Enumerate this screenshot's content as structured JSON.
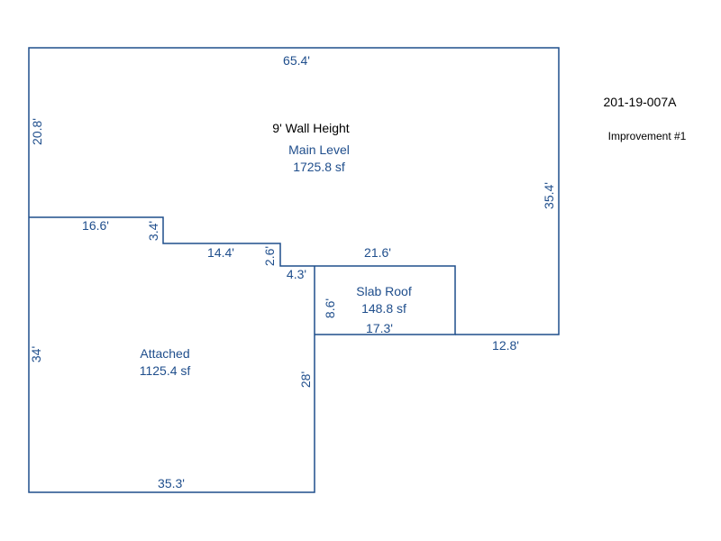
{
  "colors": {
    "line": "#1f4e8c",
    "dim_text": "#1f4e8c",
    "area_text": "#1f4e8c",
    "note_text": "#000000"
  },
  "parcel_id": "201-19-007A",
  "improvement": "Improvement #1",
  "wall_height": "9' Wall Height",
  "areas": {
    "main": {
      "name": "Main Level",
      "size": "1725.8 sf"
    },
    "attached": {
      "name": "Attached",
      "size": "1125.4 sf"
    },
    "slab": {
      "name": "Slab Roof",
      "size": "148.8 sf"
    }
  },
  "dimensions": {
    "main_top": "65.4'",
    "main_left": "20.8'",
    "main_right": "35.4'",
    "main_bottom_right": "12.8'",
    "step1_horizontal": "16.6'",
    "step1_vertical": "3.4'",
    "step2_horizontal": "14.4'",
    "step2_vertical": "2.6'",
    "step3_horizontal": "4.3'",
    "slab_top": "21.6'",
    "slab_left": "8.6'",
    "slab_bottom": "17.3'",
    "attached_left": "34'",
    "attached_right": "28'",
    "attached_bottom": "35.3'"
  }
}
